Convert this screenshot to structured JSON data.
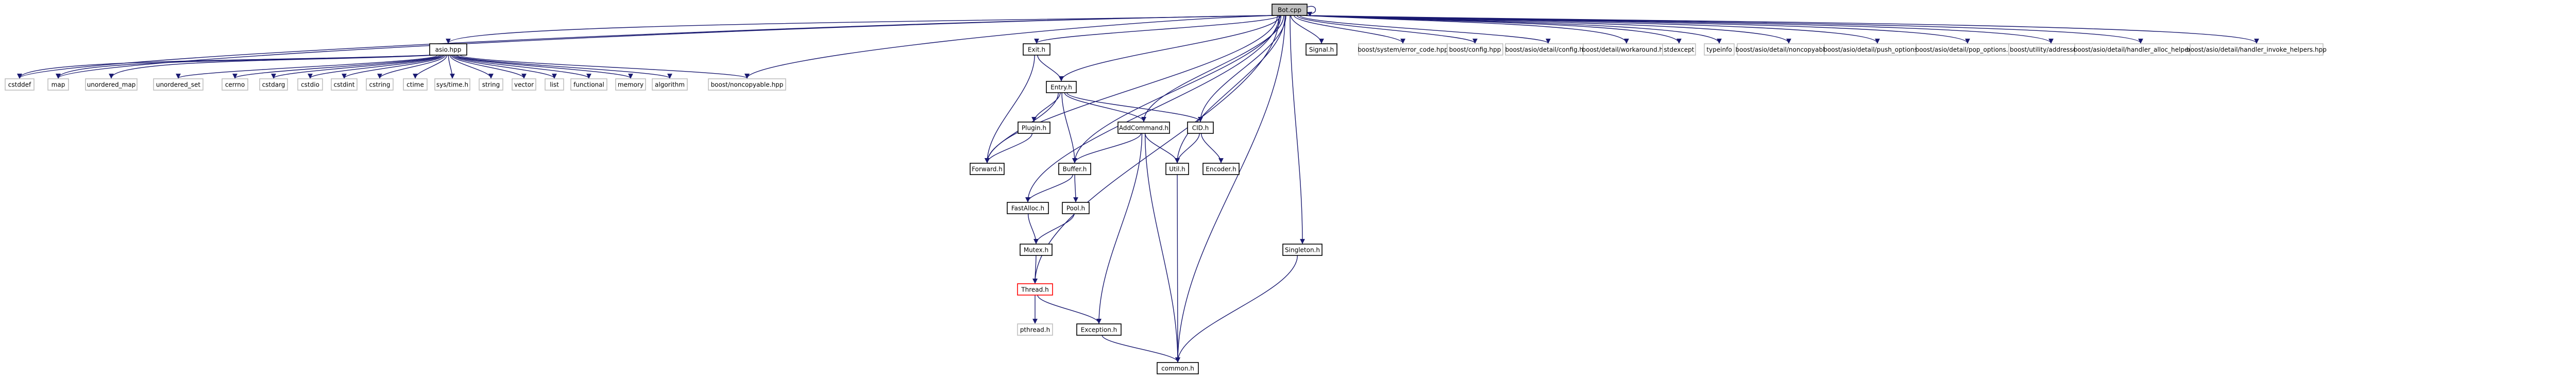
{
  "colors": {
    "edge": "#191970",
    "internal_border": "#000000",
    "external_border": "#bfbfbf",
    "root_fill": "#bfbfbf",
    "incomplete_border": "#ff0000"
  },
  "nodes": [
    {
      "id": "bot",
      "label": "Bot.cpp",
      "kind": "root"
    },
    {
      "id": "asio",
      "label": "asio.hpp",
      "kind": "internal"
    },
    {
      "id": "cstddef",
      "label": "cstddef",
      "kind": "external"
    },
    {
      "id": "map",
      "label": "map",
      "kind": "external"
    },
    {
      "id": "unordered_map",
      "label": "unordered_map",
      "kind": "external"
    },
    {
      "id": "unordered_set",
      "label": "unordered_set",
      "kind": "external"
    },
    {
      "id": "cerrno",
      "label": "cerrno",
      "kind": "external"
    },
    {
      "id": "cstdarg",
      "label": "cstdarg",
      "kind": "external"
    },
    {
      "id": "cstdio",
      "label": "cstdio",
      "kind": "external"
    },
    {
      "id": "cstdint",
      "label": "cstdint",
      "kind": "external"
    },
    {
      "id": "cstring",
      "label": "cstring",
      "kind": "external"
    },
    {
      "id": "ctime",
      "label": "ctime",
      "kind": "external"
    },
    {
      "id": "systime",
      "label": "sys/time.h",
      "kind": "external"
    },
    {
      "id": "string",
      "label": "string",
      "kind": "external"
    },
    {
      "id": "vector",
      "label": "vector",
      "kind": "external"
    },
    {
      "id": "list",
      "label": "list",
      "kind": "external"
    },
    {
      "id": "functional",
      "label": "functional",
      "kind": "external"
    },
    {
      "id": "memory",
      "label": "memory",
      "kind": "external"
    },
    {
      "id": "algorithm",
      "label": "algorithm",
      "kind": "external"
    },
    {
      "id": "boost_noncopyable",
      "label": "boost/noncopyable.hpp",
      "kind": "external"
    },
    {
      "id": "exit",
      "label": "Exit.h",
      "kind": "internal"
    },
    {
      "id": "entry",
      "label": "Entry.h",
      "kind": "internal"
    },
    {
      "id": "plugin",
      "label": "Plugin.h",
      "kind": "internal"
    },
    {
      "id": "forward",
      "label": "Forward.h",
      "kind": "internal"
    },
    {
      "id": "addcommand",
      "label": "AddCommand.h",
      "kind": "internal"
    },
    {
      "id": "cid",
      "label": "CID.h",
      "kind": "internal"
    },
    {
      "id": "buffer",
      "label": "Buffer.h",
      "kind": "internal"
    },
    {
      "id": "util",
      "label": "Util.h",
      "kind": "internal"
    },
    {
      "id": "encoder",
      "label": "Encoder.h",
      "kind": "internal"
    },
    {
      "id": "fastalloc",
      "label": "FastAlloc.h",
      "kind": "internal"
    },
    {
      "id": "pool",
      "label": "Pool.h",
      "kind": "internal"
    },
    {
      "id": "mutex",
      "label": "Mutex.h",
      "kind": "internal"
    },
    {
      "id": "thread",
      "label": "Thread.h",
      "kind": "incomplete"
    },
    {
      "id": "pthread",
      "label": "pthread.h",
      "kind": "external"
    },
    {
      "id": "exception",
      "label": "Exception.h",
      "kind": "internal"
    },
    {
      "id": "common",
      "label": "common.h",
      "kind": "internal"
    },
    {
      "id": "signal",
      "label": "Signal.h",
      "kind": "internal"
    },
    {
      "id": "singleton",
      "label": "Singleton.h",
      "kind": "internal"
    },
    {
      "id": "error_code",
      "label": "boost/system/error_code.hpp",
      "kind": "external"
    },
    {
      "id": "config",
      "label": "boost/config.hpp",
      "kind": "external"
    },
    {
      "id": "asio_config",
      "label": "boost/asio/detail/config.hpp",
      "kind": "external"
    },
    {
      "id": "workaround",
      "label": "boost/detail/workaround.hpp",
      "kind": "external"
    },
    {
      "id": "stdexcept",
      "label": "stdexcept",
      "kind": "external"
    },
    {
      "id": "typeinfo",
      "label": "typeinfo",
      "kind": "external"
    },
    {
      "id": "asio_noncopyable",
      "label": "boost/asio/detail/noncopyable.hpp",
      "kind": "external"
    },
    {
      "id": "push_options",
      "label": "boost/asio/detail/push_options.hpp",
      "kind": "external"
    },
    {
      "id": "pop_options",
      "label": "boost/asio/detail/pop_options.hpp",
      "kind": "external"
    },
    {
      "id": "addressof",
      "label": "boost/utility/addressof.hpp",
      "kind": "external"
    },
    {
      "id": "alloc_helpers",
      "label": "boost/asio/detail/handler_alloc_helpers.hpp",
      "kind": "external"
    },
    {
      "id": "invoke_helpers",
      "label": "boost/asio/detail/handler_invoke_helpers.hpp",
      "kind": "external"
    }
  ],
  "edges": [
    [
      "bot",
      "bot"
    ],
    [
      "bot",
      "asio"
    ],
    [
      "bot",
      "cstddef"
    ],
    [
      "bot",
      "map"
    ],
    [
      "bot",
      "boost_noncopyable"
    ],
    [
      "bot",
      "exit"
    ],
    [
      "bot",
      "entry"
    ],
    [
      "bot",
      "forward"
    ],
    [
      "bot",
      "addcommand"
    ],
    [
      "bot",
      "cid"
    ],
    [
      "bot",
      "buffer"
    ],
    [
      "bot",
      "util"
    ],
    [
      "bot",
      "fastalloc"
    ],
    [
      "bot",
      "thread"
    ],
    [
      "bot",
      "common"
    ],
    [
      "bot",
      "signal"
    ],
    [
      "bot",
      "singleton"
    ],
    [
      "bot",
      "error_code"
    ],
    [
      "bot",
      "config"
    ],
    [
      "bot",
      "asio_config"
    ],
    [
      "bot",
      "workaround"
    ],
    [
      "bot",
      "stdexcept"
    ],
    [
      "bot",
      "typeinfo"
    ],
    [
      "bot",
      "asio_noncopyable"
    ],
    [
      "bot",
      "push_options"
    ],
    [
      "bot",
      "pop_options"
    ],
    [
      "bot",
      "addressof"
    ],
    [
      "bot",
      "alloc_helpers"
    ],
    [
      "bot",
      "invoke_helpers"
    ],
    [
      "asio",
      "cstddef"
    ],
    [
      "asio",
      "map"
    ],
    [
      "asio",
      "unordered_map"
    ],
    [
      "asio",
      "unordered_set"
    ],
    [
      "asio",
      "cerrno"
    ],
    [
      "asio",
      "cstdarg"
    ],
    [
      "asio",
      "cstdio"
    ],
    [
      "asio",
      "cstdint"
    ],
    [
      "asio",
      "cstring"
    ],
    [
      "asio",
      "ctime"
    ],
    [
      "asio",
      "systime"
    ],
    [
      "asio",
      "string"
    ],
    [
      "asio",
      "vector"
    ],
    [
      "asio",
      "list"
    ],
    [
      "asio",
      "functional"
    ],
    [
      "asio",
      "memory"
    ],
    [
      "asio",
      "algorithm"
    ],
    [
      "asio",
      "boost_noncopyable"
    ],
    [
      "exit",
      "entry"
    ],
    [
      "exit",
      "forward"
    ],
    [
      "entry",
      "plugin"
    ],
    [
      "entry",
      "forward"
    ],
    [
      "entry",
      "addcommand"
    ],
    [
      "entry",
      "cid"
    ],
    [
      "entry",
      "buffer"
    ],
    [
      "plugin",
      "forward"
    ],
    [
      "addcommand",
      "buffer"
    ],
    [
      "addcommand",
      "util"
    ],
    [
      "addcommand",
      "exception"
    ],
    [
      "addcommand",
      "common"
    ],
    [
      "cid",
      "util"
    ],
    [
      "cid",
      "encoder"
    ],
    [
      "buffer",
      "fastalloc"
    ],
    [
      "buffer",
      "pool"
    ],
    [
      "fastalloc",
      "mutex"
    ],
    [
      "pool",
      "mutex"
    ],
    [
      "mutex",
      "thread"
    ],
    [
      "thread",
      "pthread"
    ],
    [
      "thread",
      "exception"
    ],
    [
      "exception",
      "common"
    ],
    [
      "util",
      "common"
    ],
    [
      "singleton",
      "common"
    ]
  ]
}
